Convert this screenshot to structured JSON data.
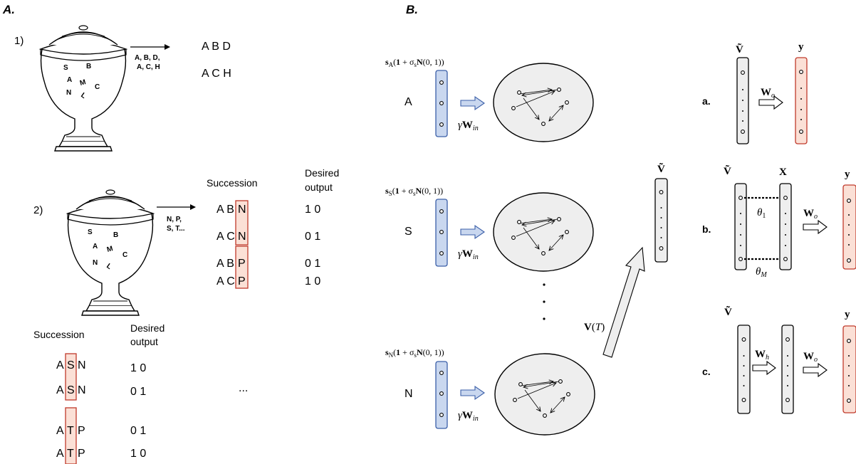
{
  "panel_a": {
    "label": "A.",
    "part1": {
      "number": "1)",
      "urn_letters": [
        "S",
        "B",
        "A",
        "M",
        "C",
        "N",
        "L"
      ],
      "draw_labels": [
        "A, B, D,",
        "A, C, H"
      ],
      "outputs": [
        "A B D",
        "A C H"
      ]
    },
    "part2": {
      "number": "2)",
      "urn_letters": [
        "S",
        "B",
        "A",
        "M",
        "C",
        "N",
        "L"
      ],
      "draw_labels": [
        "N, P,",
        "S, T..."
      ],
      "succession_header": "Succession",
      "desired_header": [
        "Desired",
        "output"
      ],
      "rows": [
        {
          "prefix": "A B ",
          "last": "N",
          "output": "1 0"
        },
        {
          "prefix": "A C ",
          "last": "N",
          "output": "0 1"
        },
        {
          "prefix": "A B ",
          "last": "P",
          "output": "0 1"
        },
        {
          "prefix": "A C ",
          "last": "P",
          "output": "1 0"
        }
      ],
      "ellipsis": "..."
    },
    "part3": {
      "succession_header": "Succession",
      "desired_header": [
        "Desired",
        "output"
      ],
      "rows": [
        {
          "first": "A",
          "mid": "S",
          "last": "N",
          "output": "1 0"
        },
        {
          "first": "A",
          "mid": "S",
          "last": "N",
          "output": "0 1"
        },
        {
          "first": "A",
          "mid": "T",
          "last": "P",
          "output": "0 1"
        },
        {
          "first": "A",
          "mid": "T",
          "last": "P",
          "output": "1 0"
        }
      ]
    }
  },
  "panel_b": {
    "label": "B.",
    "reservoirs": [
      {
        "input": "A",
        "scale_label": "s_A(1 + σ_s N(0,1))",
        "win_label": "γW_in"
      },
      {
        "input": "S",
        "scale_label": "s_S(1 + σ_s N(0,1))",
        "win_label": "γW_in"
      },
      {
        "input": "N",
        "scale_label": "s_N(1 + σ_s N(0,1))",
        "win_label": "γW_in"
      }
    ],
    "state_label": "V(T)",
    "concat_label": "Ṽ",
    "readouts": [
      {
        "tag": "a.",
        "in_label": "Ṽ",
        "weight": "W_o",
        "out_label": "y"
      },
      {
        "tag": "b.",
        "in_label": "Ṽ",
        "mid_label": "X",
        "theta_top": "θ_1",
        "theta_bottom": "θ_M",
        "weight": "W_o",
        "out_label": "y"
      },
      {
        "tag": "c.",
        "in_label": "Ṽ",
        "hidden_weight": "W_h",
        "weight": "W_o",
        "out_label": "y"
      }
    ]
  },
  "colors": {
    "input_fill": "#c9d7ef",
    "input_stroke": "#3b5fa8",
    "output_fill": "#fbe0d6",
    "output_stroke": "#c0392b",
    "highlight_fill": "#fbe0d6",
    "highlight_stroke": "#c0392b",
    "reservoir_fill": "#eeeeee",
    "vector_fill": "#eeeeee"
  }
}
